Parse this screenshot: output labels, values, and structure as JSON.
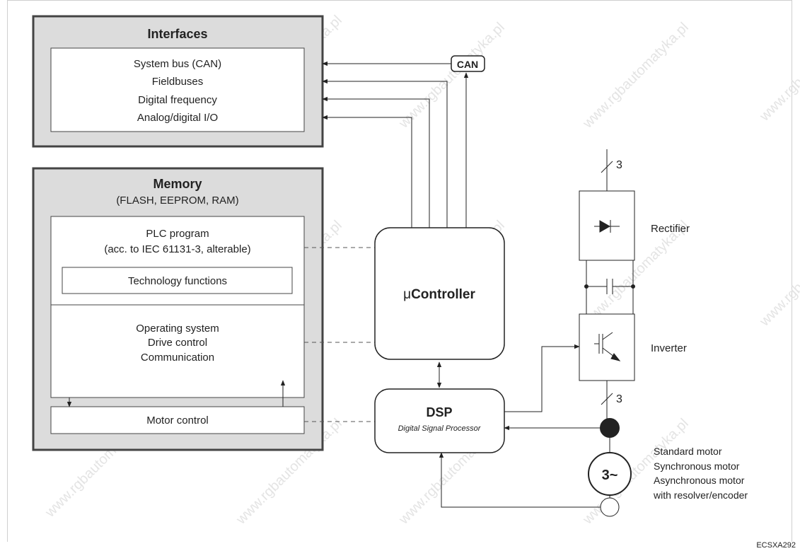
{
  "interfaces": {
    "title": "Interfaces",
    "items": [
      "System bus (CAN)",
      "Fieldbuses",
      "Digital frequency",
      "Analog/digital I/O"
    ],
    "can_label": "CAN"
  },
  "memory": {
    "title": "Memory",
    "subtitle": "(FLASH, EEPROM, RAM)",
    "plc_line1": "PLC program",
    "plc_line2": "(acc. to IEC 61131-3, alterable)",
    "technology": "Technology functions",
    "os_lines": [
      "Operating system",
      "Drive control",
      "Communication"
    ],
    "motor_control": "Motor control"
  },
  "controller": {
    "prefix": "μ",
    "label": "Controller"
  },
  "dsp": {
    "title": "DSP",
    "subtitle": "Digital Signal Processor"
  },
  "power": {
    "phase_top": "3",
    "rectifier": "Rectifier",
    "inverter": "Inverter",
    "phase_bottom": "3",
    "motor_symbol": "3~",
    "motor_lines": [
      "Standard motor",
      "Synchronous motor",
      "Asynchronous motor",
      "with resolver/encoder"
    ]
  },
  "watermark": "www.rgbautomatyka.pl",
  "figure_code": "ECSXA292"
}
